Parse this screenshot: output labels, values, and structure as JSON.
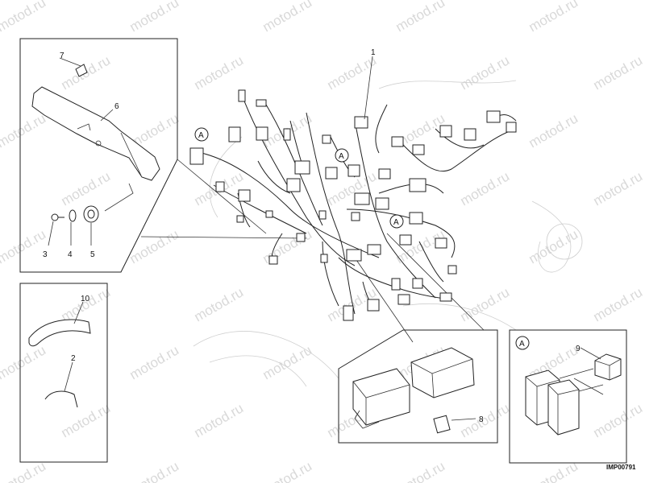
{
  "watermark_text": "motod.ru",
  "image_code": "IMP00791",
  "callouts": {
    "c1": "1",
    "c2": "2",
    "c3": "3",
    "c4": "4",
    "c5": "5",
    "c6": "6",
    "c7": "7",
    "c8": "8",
    "c9": "9",
    "c10": "10"
  },
  "detail_marker": "A"
}
